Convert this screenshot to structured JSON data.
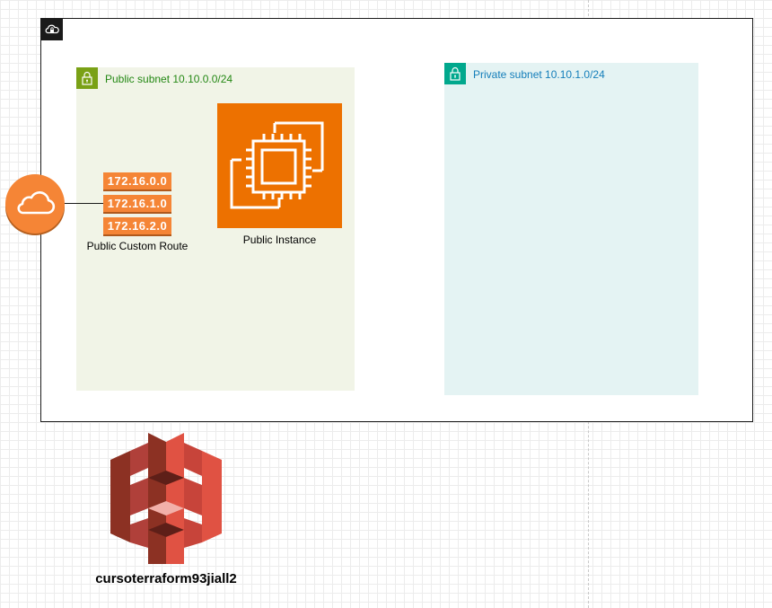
{
  "vpc": {
    "icon": "lock-cloud-icon"
  },
  "public_subnet": {
    "title": "Public subnet 10.10.0.0/24",
    "icon": "lock-icon",
    "color": "#7aa116"
  },
  "private_subnet": {
    "title": "Private subnet 10.10.1.0/24",
    "icon": "lock-icon",
    "color": "#01a88d"
  },
  "route_table": {
    "rows": [
      "172.16.0.0",
      "172.16.1.0",
      "172.16.2.0"
    ],
    "label": "Public Custom Route",
    "color": "#f58536"
  },
  "internet_gateway": {
    "icon": "internet-gateway-cloud-icon",
    "color": "#f58536"
  },
  "ec2": {
    "label": "Public Instance",
    "icon": "ec2-instance-icon",
    "color": "#ed7100"
  },
  "s3": {
    "label": "cursoterraform93jiall2",
    "icon": "s3-bucket-icon",
    "color": "#e05243"
  }
}
